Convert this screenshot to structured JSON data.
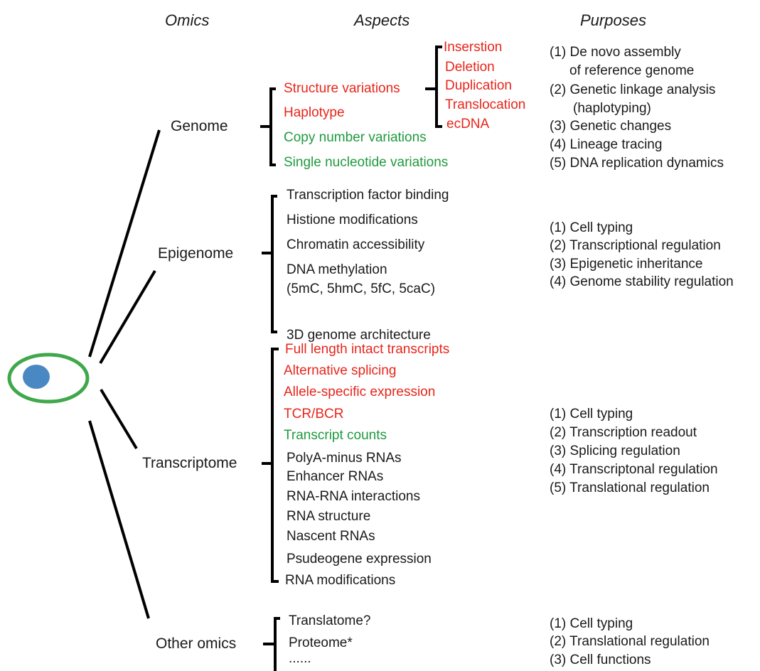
{
  "colors": {
    "highlight": "#e8251b",
    "count_based": "#1f9a3e",
    "text": "#1a1a1a",
    "cell_ring": "#3ea84a",
    "nucleus": "#4a88c4"
  },
  "headers": {
    "omics": "Omics",
    "aspects": "Aspects",
    "purposes": "Purposes"
  },
  "genome": {
    "label": "Genome",
    "aspects": [
      "Structure variations",
      "Haplotype",
      "Copy number variations",
      "Single nucleotide variations"
    ],
    "sv_types": [
      "Inserstion",
      "Deletion",
      "Duplication",
      "Translocation",
      "ecDNA"
    ],
    "purposes": [
      "(1) De novo assembly",
      "of reference genome",
      "(2) Genetic linkage analysis",
      "(haplotyping)",
      "(3) Genetic changes",
      "(4) Lineage tracing",
      "(5) DNA replication dynamics"
    ]
  },
  "epigenome": {
    "label": "Epigenome",
    "aspects": [
      "Transcription factor binding",
      "Histione modifications",
      "Chromatin accessibility",
      "DNA methylation",
      "(5mC, 5hmC, 5fC, 5caC)",
      "3D genome architecture"
    ],
    "purposes": [
      "(1) Cell typing",
      "(2) Transcriptional regulation",
      "(3) Epigenetic inheritance",
      "(4) Genome stability regulation"
    ]
  },
  "transcriptome": {
    "label": "Transcriptome",
    "aspects": [
      "Full length intact transcripts",
      "Alternative splicing",
      "Allele-specific expression",
      "TCR/BCR",
      "Transcript counts",
      "PolyA-minus RNAs",
      "Enhancer RNAs",
      "RNA-RNA interactions",
      "RNA structure",
      "Nascent RNAs",
      "Psudeogene expression",
      "RNA modifications"
    ],
    "purposes": [
      "(1) Cell typing",
      "(2) Transcription readout",
      "(3) Splicing regulation",
      "(4) Transcriptonal regulation",
      "(5) Translational regulation"
    ]
  },
  "other": {
    "label": "Other omics",
    "aspects": [
      "Translatome?",
      "Proteome*",
      "......"
    ],
    "purposes": [
      "(1) Cell typing",
      "(2) Translational regulation",
      "(3) Cell functions"
    ]
  }
}
